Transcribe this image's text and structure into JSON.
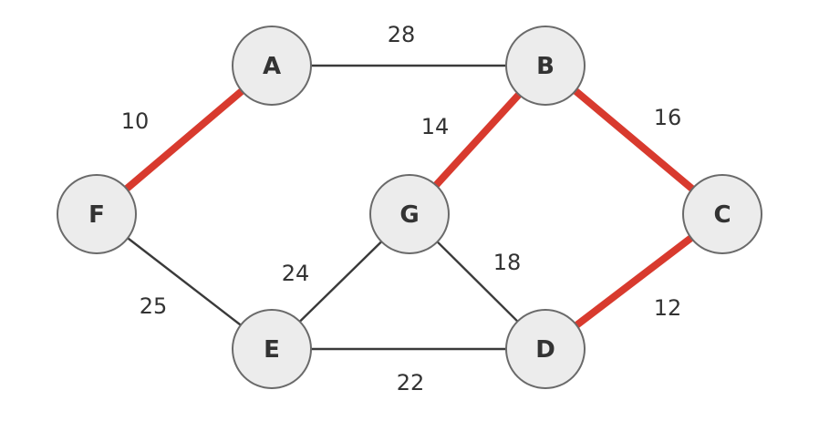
{
  "colors": {
    "background": "#ffffff",
    "edge_normal": "#3a3a3a",
    "edge_highlighted": "#d83a2e",
    "node_fill": "#ececec",
    "node_stroke": "#6a6a6a",
    "label_text": "#333333"
  },
  "nodes": [
    {
      "id": "A",
      "label": "A"
    },
    {
      "id": "B",
      "label": "B"
    },
    {
      "id": "C",
      "label": "C"
    },
    {
      "id": "D",
      "label": "D"
    },
    {
      "id": "E",
      "label": "E"
    },
    {
      "id": "F",
      "label": "F"
    },
    {
      "id": "G",
      "label": "G"
    }
  ],
  "edges": [
    {
      "from": "A",
      "to": "B",
      "weight": "28",
      "highlighted": false
    },
    {
      "from": "A",
      "to": "F",
      "weight": "10",
      "highlighted": true
    },
    {
      "from": "B",
      "to": "G",
      "weight": "14",
      "highlighted": true
    },
    {
      "from": "B",
      "to": "C",
      "weight": "16",
      "highlighted": true
    },
    {
      "from": "C",
      "to": "D",
      "weight": "12",
      "highlighted": true
    },
    {
      "from": "G",
      "to": "D",
      "weight": "18",
      "highlighted": false
    },
    {
      "from": "G",
      "to": "E",
      "weight": "24",
      "highlighted": false
    },
    {
      "from": "F",
      "to": "E",
      "weight": "25",
      "highlighted": false
    },
    {
      "from": "E",
      "to": "D",
      "weight": "22",
      "highlighted": false
    }
  ]
}
